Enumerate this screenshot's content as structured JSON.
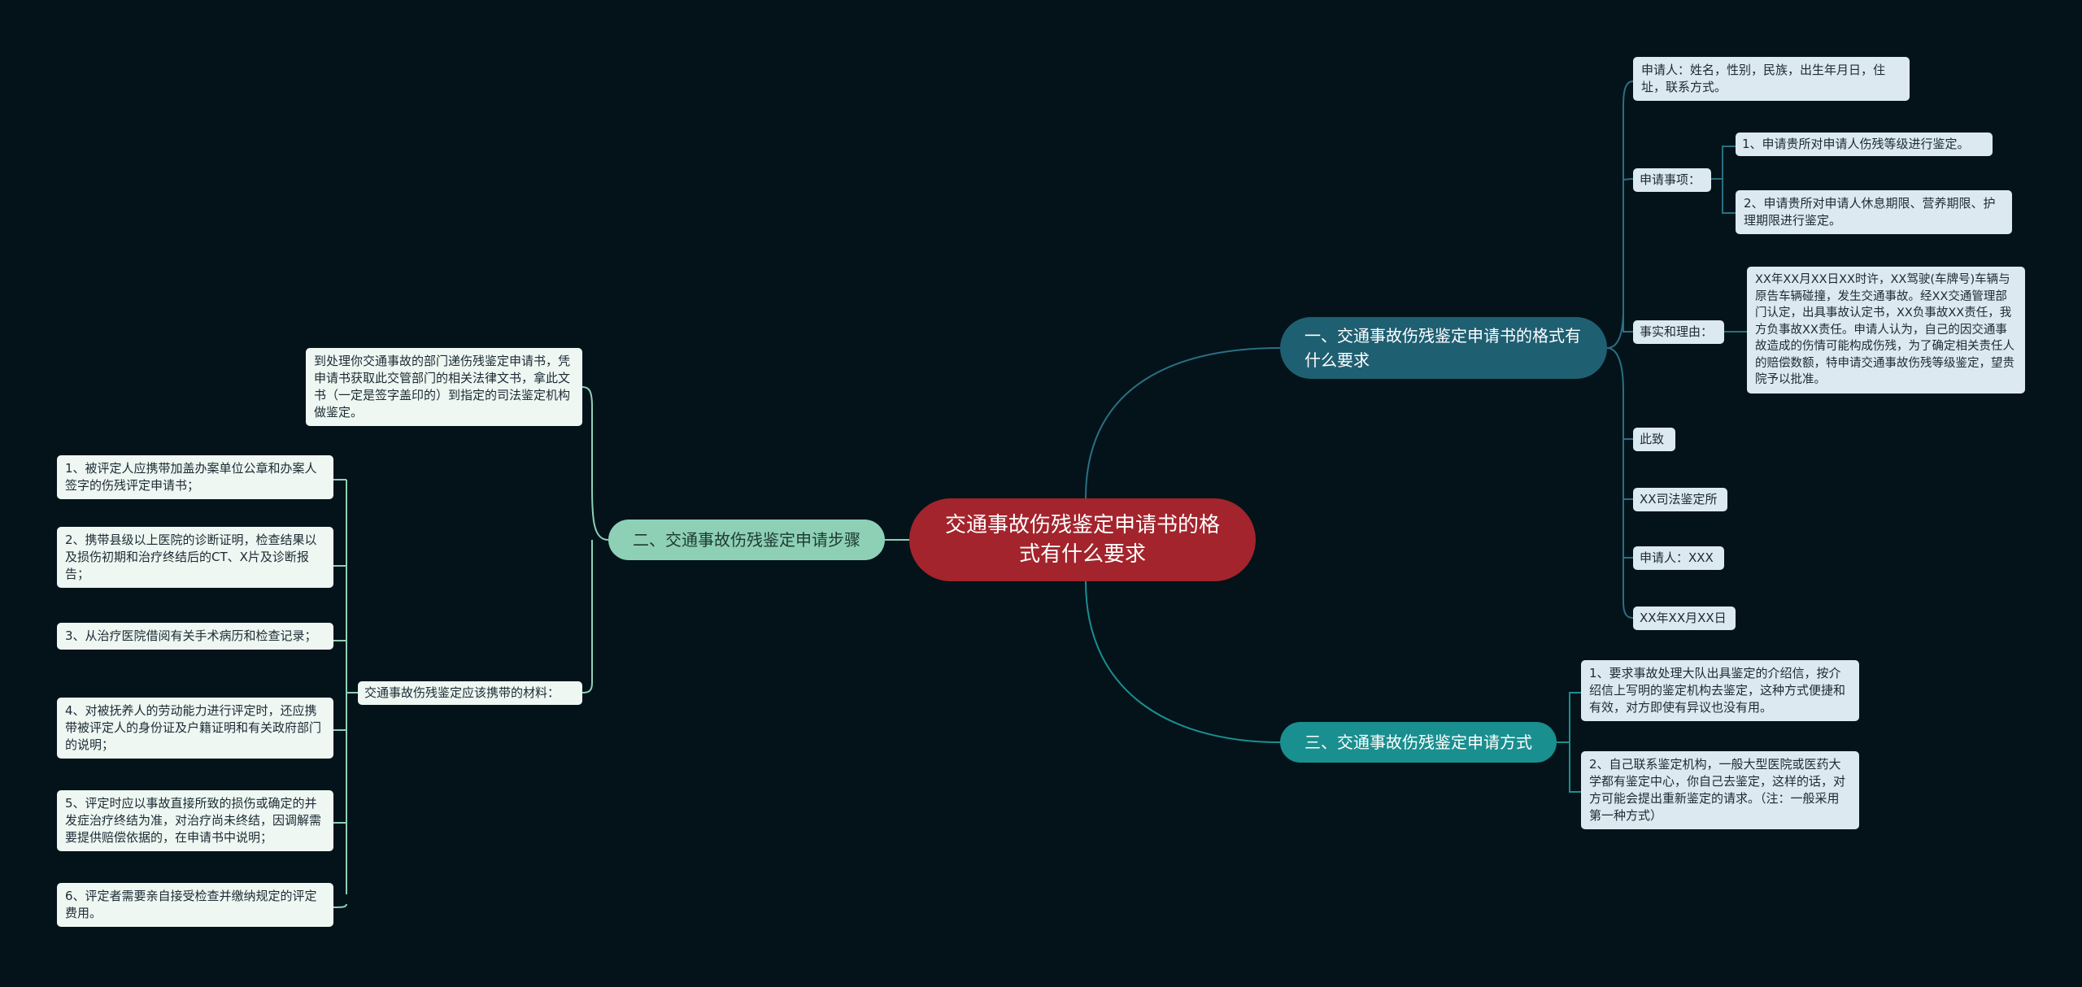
{
  "mindmap": {
    "root": "交通事故伤残鉴定申请书的格式有什么要求",
    "branch1": {
      "title": "一、交通事故伤残鉴定申请书的格式有什么要求",
      "applicant_info": "申请人：姓名，性别，民族，出生年月日，住址，联系方式。",
      "request_label": "申请事项：",
      "request_items": [
        "1、申请贵所对申请人伤残等级进行鉴定。",
        "2、申请贵所对申请人休息期限、营养期限、护理期限进行鉴定。"
      ],
      "facts_label": "事实和理由：",
      "facts_text": "XX年XX月XX日XX时许，XX驾驶(车牌号)车辆与原告车辆碰撞，发生交通事故。经XX交通管理部门认定，出具事故认定书，XX负事故XX责任，我方负事故XX责任。申请人认为，自己的因交通事故造成的伤情可能构成伤残，为了确定相关责任人的赔偿数额，特申请交通事故伤残等级鉴定，望贵院予以批准。",
      "closing": "此致",
      "recipient": "XX司法鉴定所",
      "signature": "申请人：XXX",
      "date": "XX年XX月XX日"
    },
    "branch2": {
      "title": "二、交通事故伤残鉴定申请步骤",
      "step_intro": "到处理你交通事故的部门递伤残鉴定申请书，凭申请书获取此交管部门的相关法律文书，拿此文书（一定是签字盖印的）到指定的司法鉴定机构做鉴定。",
      "materials_label": "交通事故伤残鉴定应该携带的材料：",
      "materials": [
        "1、被评定人应携带加盖办案单位公章和办案人签字的伤残评定申请书；",
        "2、携带县级以上医院的诊断证明，检查结果以及损伤初期和治疗终结后的CT、X片及诊断报告；",
        "3、从治疗医院借阅有关手术病历和检查记录；",
        "4、对被抚养人的劳动能力进行评定时，还应携带被评定人的身份证及户籍证明和有关政府部门的说明；",
        "5、评定时应以事故直接所致的损伤或确定的并发症治疗终结为准，对治疗尚未终结，因调解需要提供赔偿依据的，在申请书中说明；",
        "6、评定者需要亲自接受检查并缴纳规定的评定费用。"
      ]
    },
    "branch3": {
      "title": "三、交通事故伤残鉴定申请方式",
      "methods": [
        "1、要求事故处理大队出具鉴定的介绍信，按介绍信上写明的鉴定机构去鉴定，这种方式便捷和有效，对方即使有异议也没有用。",
        "2、自己联系鉴定机构，一般大型医院或医药大学都有鉴定中心，你自己去鉴定，这样的话，对方可能会提出重新鉴定的请求。（注：一般采用第一种方式）"
      ]
    }
  },
  "colors": {
    "background": "#04131a",
    "root": "#a3242c",
    "branch1": "#1f5f72",
    "branch2": "#8ed0b6",
    "branch3": "#1a8f8f",
    "line_blue": "#2a6f82",
    "line_green": "#8ed0b6",
    "line_teal": "#1a8f8f"
  }
}
